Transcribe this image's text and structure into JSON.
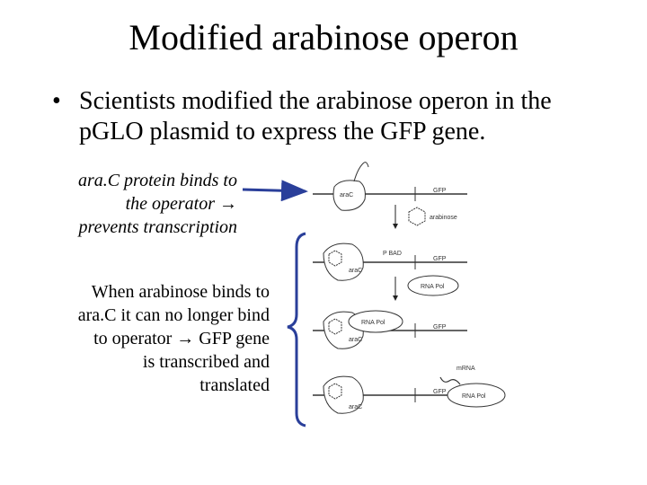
{
  "slide": {
    "title": "Modified arabinose operon",
    "bullet_symbol": "•",
    "bullet_text": "Scientists modified the arabinose operon in the pGLO plasmid to express the GFP gene."
  },
  "callouts": {
    "first_line1": "ara.C protein binds to",
    "first_line2": "the operator",
    "first_line3": "prevents transcription",
    "arrow_glyph": "→",
    "second_line1": "When arabinose binds to",
    "second_line2": "ara.C it can no longer bind",
    "second_line3": "to operator",
    "second_line3b": "GFP gene",
    "second_line4": "is transcribed and",
    "second_line5": "translated"
  },
  "diagram": {
    "arac": "araC",
    "gfp": "GFP",
    "arabinose": "arabinose",
    "pbad": "P BAD",
    "rna_pol": "RNA Pol",
    "mrna": "mRNA"
  },
  "colors": {
    "arrow": "#2a3f9a",
    "text": "#000000"
  }
}
